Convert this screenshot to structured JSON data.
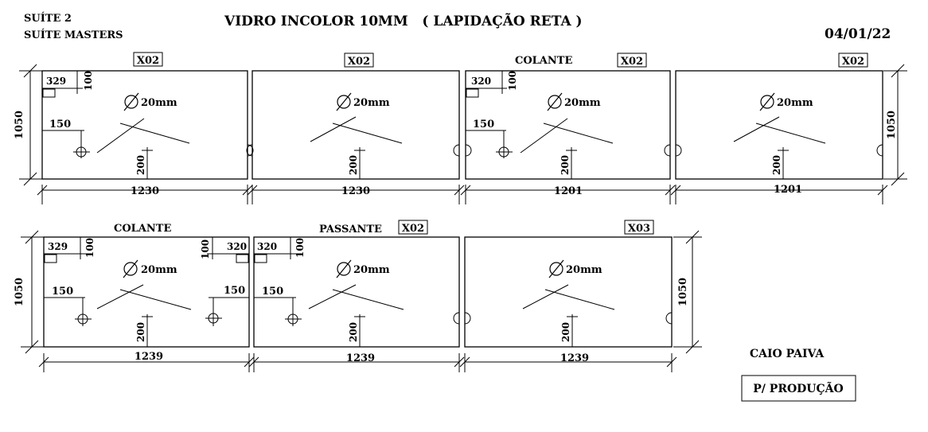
{
  "header": {
    "line1": "SUÍTE 2",
    "line2": "SUÍTE MASTERS",
    "title": "VIDRO INCOLOR 10MM   ( LAPIDAÇÃO RETA )",
    "date": "04/01/22"
  },
  "hole_label": "20mm",
  "row1": {
    "height_left": "1050",
    "height_right": "1050",
    "panels": [
      {
        "tag": "X02",
        "note": "",
        "width": "1230",
        "corner_x": "329",
        "corner_y": "100",
        "offset": "150",
        "vertical": "200"
      },
      {
        "tag": "X02",
        "note": "",
        "width": "1230",
        "vertical": "200"
      },
      {
        "tag": "X02",
        "note": "COLANTE",
        "width": "1201",
        "corner_x": "320",
        "corner_y": "100",
        "offset": "150",
        "vertical": "200"
      },
      {
        "tag": "X02",
        "note": "",
        "width": "1201",
        "vertical": "200"
      }
    ]
  },
  "row2": {
    "height_left": "1050",
    "height_right": "1050",
    "panels": [
      {
        "tag": "",
        "note": "COLANTE",
        "width": "1239",
        "corner_x": "329",
        "corner_y": "100",
        "corner_x_right": "320",
        "corner_y_right": "100",
        "offset": "150",
        "offset_right": "150",
        "vertical": "200"
      },
      {
        "tag": "X02",
        "note": "PASSANTE",
        "width": "1239",
        "corner_x": "320",
        "corner_y": "100",
        "offset": "150",
        "vertical": "200"
      },
      {
        "tag": "X03",
        "note": "",
        "width": "1239",
        "vertical": "200"
      }
    ]
  },
  "footer": {
    "author": "CAIO PAIVA",
    "stamp": "P/ PRODUÇÃO"
  }
}
